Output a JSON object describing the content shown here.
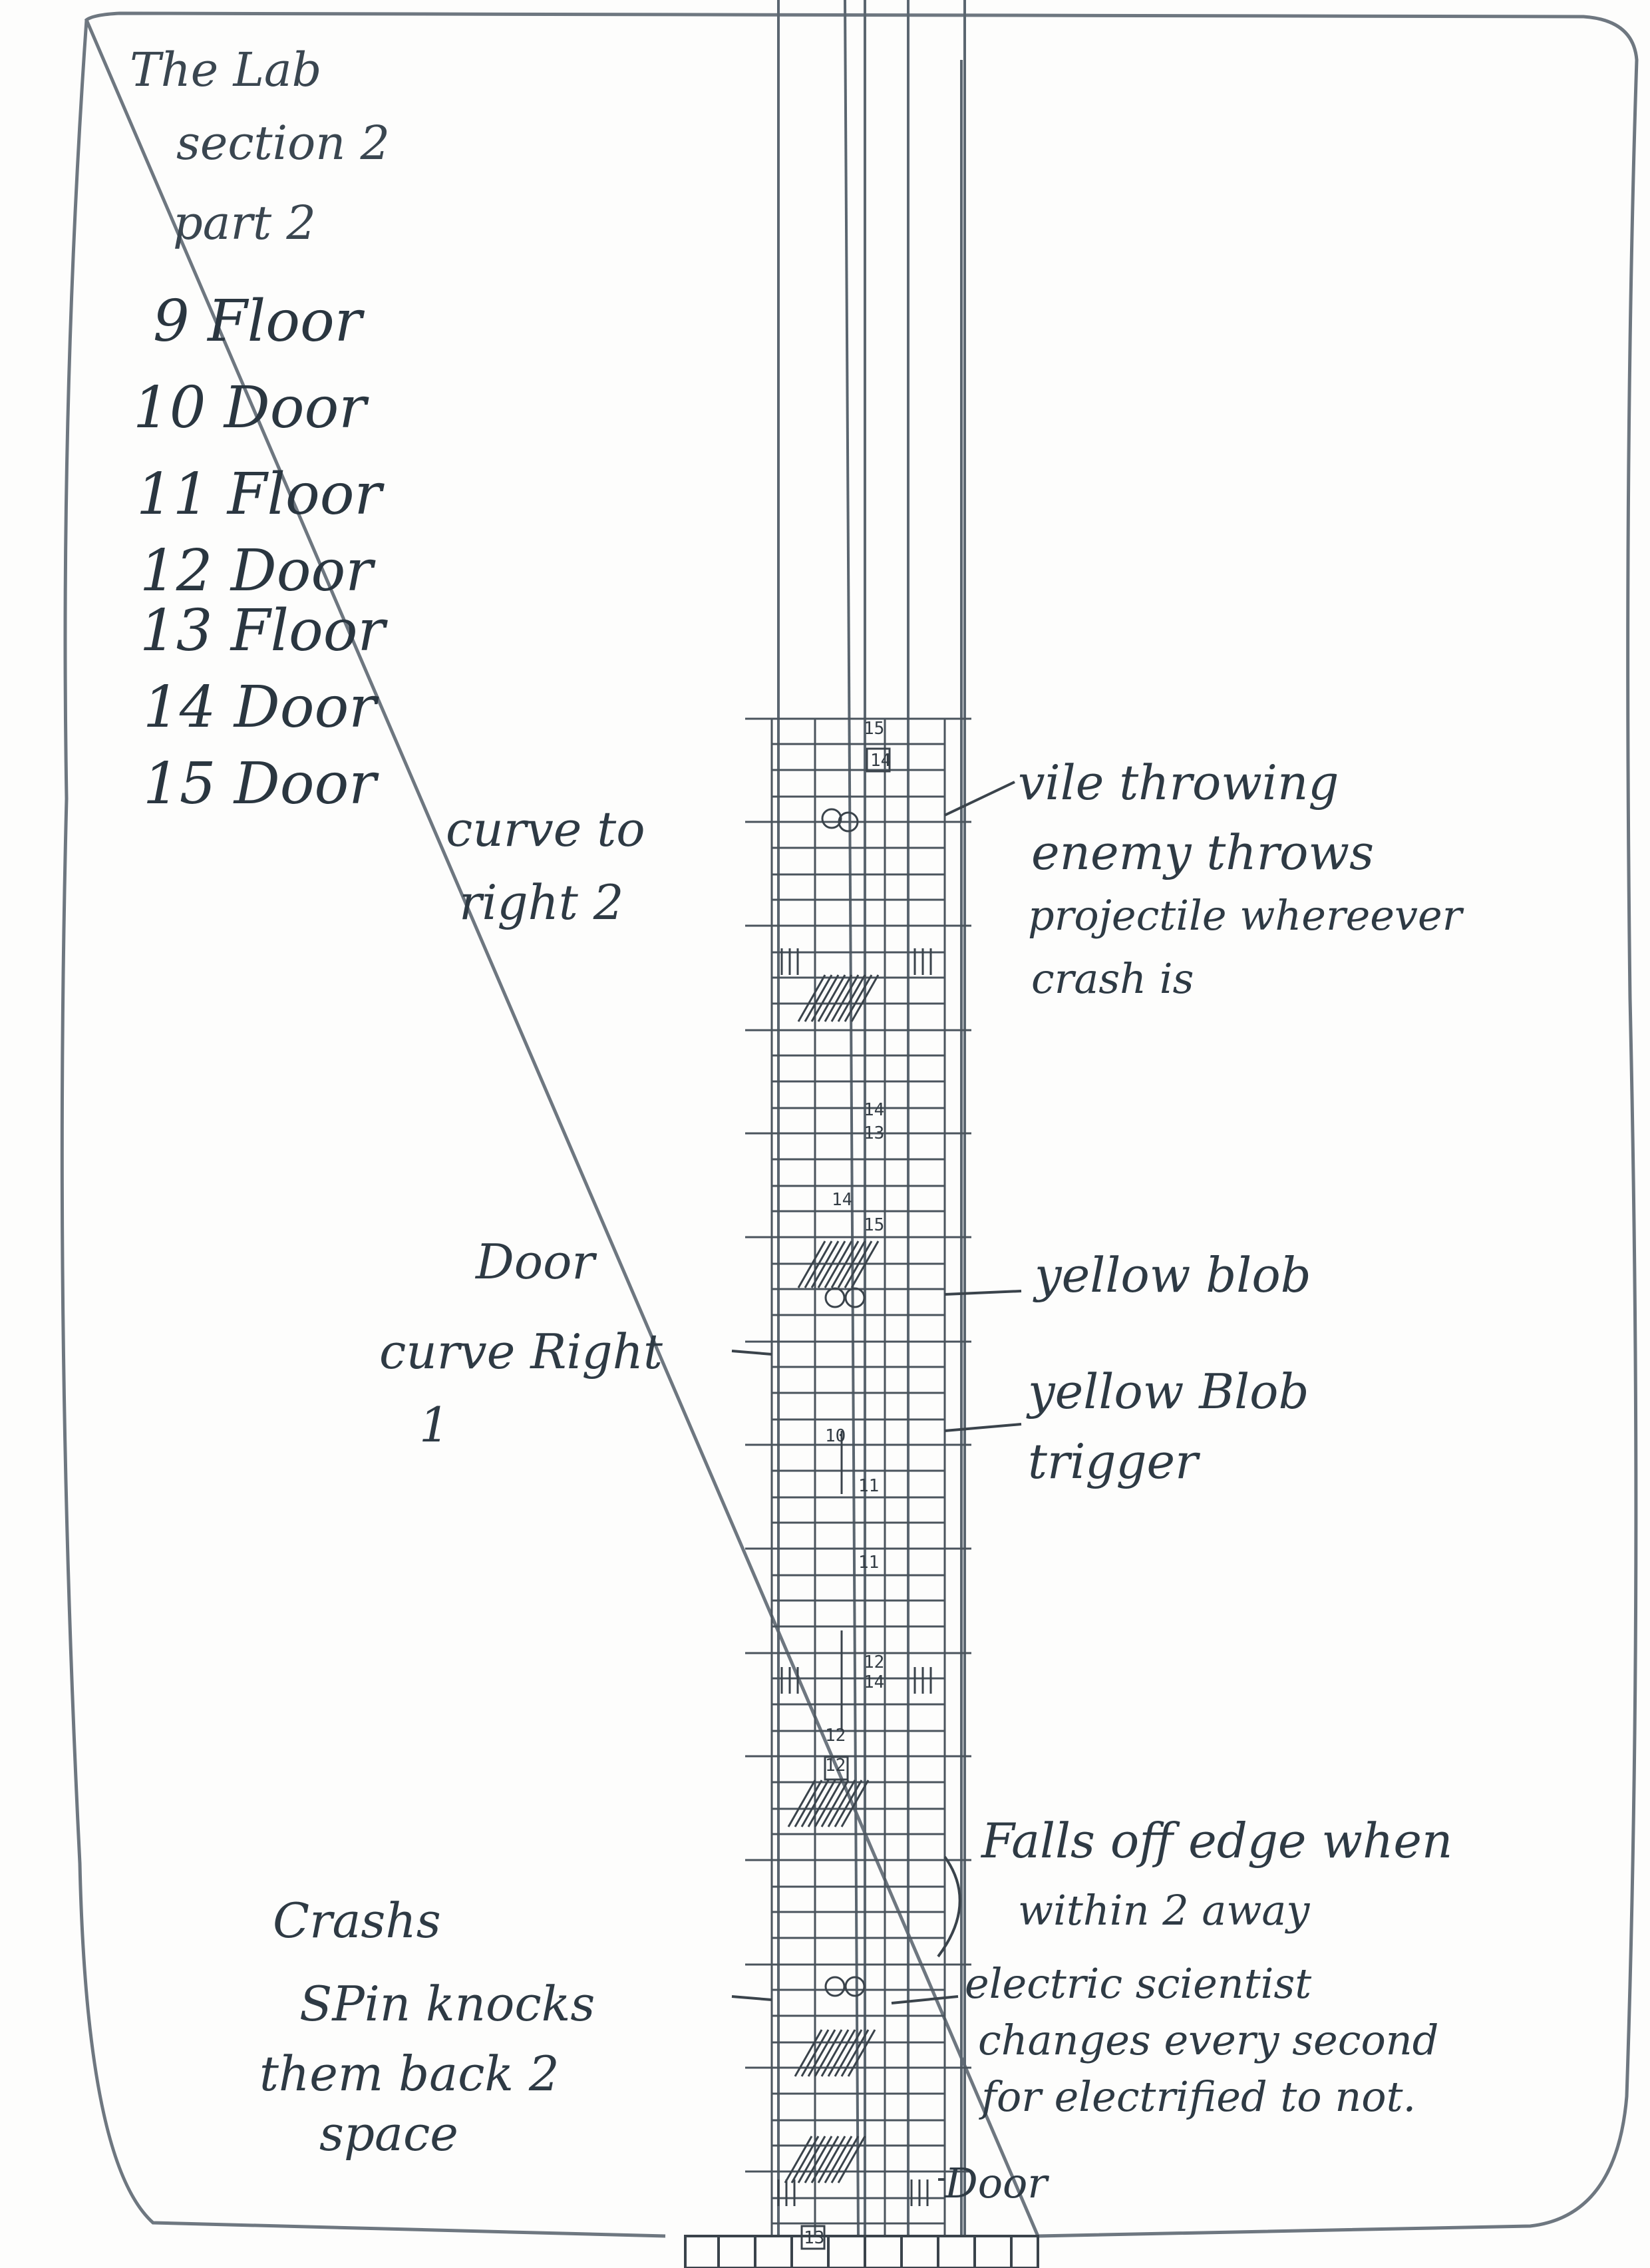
{
  "header": {
    "title": "The Lab",
    "subtitle": "section 2",
    "part": "part 2"
  },
  "legend": [
    {
      "num": "9",
      "label": "Floor"
    },
    {
      "num": "10",
      "label": "Door"
    },
    {
      "num": "11",
      "label": "Floor"
    },
    {
      "num": "12",
      "label": "Door"
    },
    {
      "num": "13",
      "label": "Floor"
    },
    {
      "num": "14",
      "label": "Door"
    },
    {
      "num": "15",
      "label": "Door"
    }
  ],
  "annotations": {
    "curve_right_2": [
      "curve to",
      "right 2"
    ],
    "vile_enemy": [
      "vile throwing",
      "enemy throws",
      "projectile whereever",
      "crash is"
    ],
    "door_left": "Door",
    "curve_right_1": [
      "curve Right",
      "1"
    ],
    "yellow_blob": "yellow blob",
    "yellow_blob_trigger": [
      "yellow Blob",
      "trigger"
    ],
    "falls_off_edge": [
      "Falls off edge when",
      "within 2 away"
    ],
    "crashs": [
      "Crashs",
      "SPin knocks",
      "them back 2",
      "space"
    ],
    "electric_scientist": [
      "electric scientist",
      "changes every second",
      "for electrified to not."
    ],
    "door_bottom": "Door"
  },
  "grid_numbers": [
    "15",
    "14",
    "14",
    "13",
    "14",
    "15",
    "10",
    "11",
    "11",
    "12",
    "14",
    "12",
    "12",
    "13"
  ],
  "colors": {
    "ink": "#2e3a44",
    "pencil": "#7c8a96",
    "paper": "#fdfdfc"
  }
}
